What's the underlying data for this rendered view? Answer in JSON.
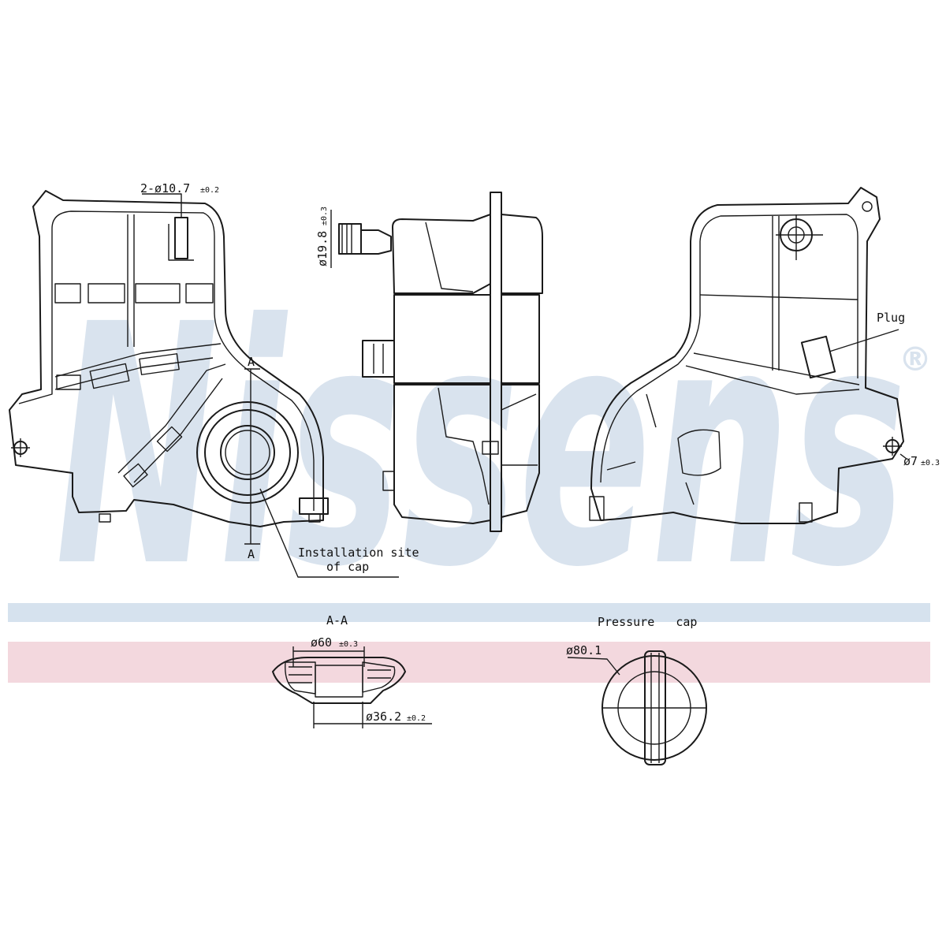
{
  "watermark": {
    "brand": "Nissens",
    "registered_mark": "®",
    "color_band_top": "#d6e2ee",
    "color_band_bottom": "#f3d8de",
    "color_text": "#d9e3ee"
  },
  "views": {
    "front": {
      "dim_outlet": "2-ø10.7",
      "dim_outlet_tol": "±0.2",
      "section_mark_top": "A",
      "section_mark_bottom": "A",
      "callout_line1": "Installation site",
      "callout_line2": "of cap"
    },
    "side": {
      "dim_inlet": "ø19.8",
      "dim_inlet_tol": "±0.3"
    },
    "rear": {
      "plug_label": "Plug",
      "dim_mount": "ø7",
      "dim_mount_tol": "±0.3"
    }
  },
  "section": {
    "title": "A-A",
    "dim_outer": "ø60",
    "dim_outer_tol": "±0.3",
    "dim_inner": "ø36.2",
    "dim_inner_tol": "±0.2"
  },
  "cap": {
    "title": "Pressure   cap",
    "dim_diameter": "ø80.1"
  }
}
